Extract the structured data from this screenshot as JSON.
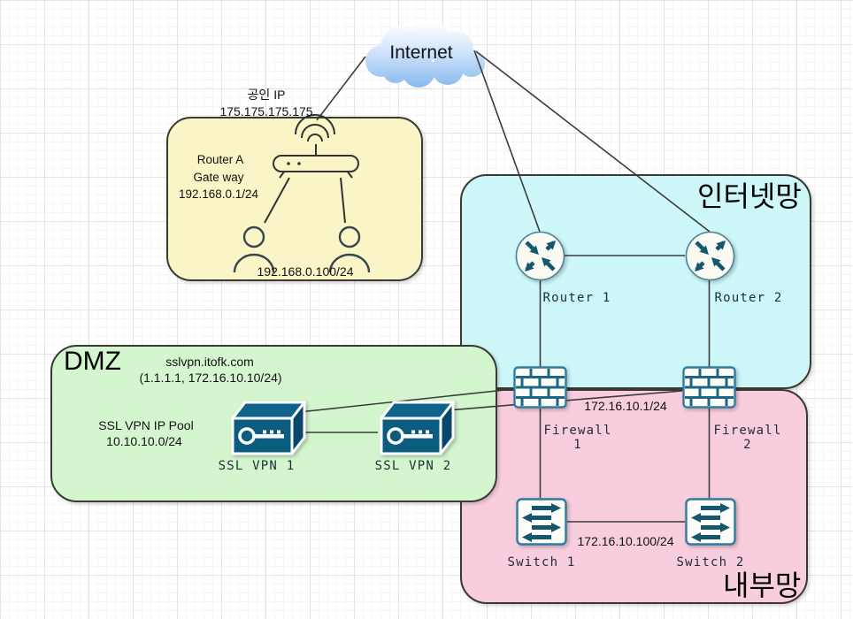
{
  "cloud": {
    "label": "Internet"
  },
  "home": {
    "public_ip_title": "공인 IP",
    "public_ip": "175.175.175.175",
    "router_name": "Router A",
    "gateway_label": "Gate way",
    "gateway_ip": "192.168.0.1/24",
    "host_ip": "192.168.0.100/24"
  },
  "internet_zone": {
    "title": "인터넷망",
    "router1_label": "Router 1",
    "router2_label": "Router 2"
  },
  "dmz_zone": {
    "title": "DMZ",
    "hostname": "sslvpn.itofk.com",
    "host_ips": "(1.1.1.1, 172.16.10.10/24)",
    "pool_title": "SSL VPN IP Pool",
    "pool_cidr": "10.10.10.0/24",
    "vpn1_label": "SSL VPN 1",
    "vpn2_label": "SSL VPN 2"
  },
  "internal_zone": {
    "title": "내부망",
    "firewall1_name": "Firewall",
    "firewall1_num": "1",
    "firewall2_name": "Firewall",
    "firewall2_num": "2",
    "firewall_link_ip": "172.16.10.1/24",
    "switch1_label": "Switch 1",
    "switch2_label": "Switch 2",
    "switch_link_ip": "172.16.10.100/24"
  },
  "colors": {
    "home_zone_fill": "#faf5c7",
    "internet_zone_fill": "#cdf7f9",
    "internal_zone_fill": "#f8cedf",
    "dmz_zone_fill": "#d4f6cf",
    "device_teal": "#14566e",
    "device_border_teal": "#2f7d9b",
    "vpn_box_blue": "#0b5c7f",
    "cloud_blue": "#8cbcef",
    "wire_dark": "#3b3b3b"
  }
}
